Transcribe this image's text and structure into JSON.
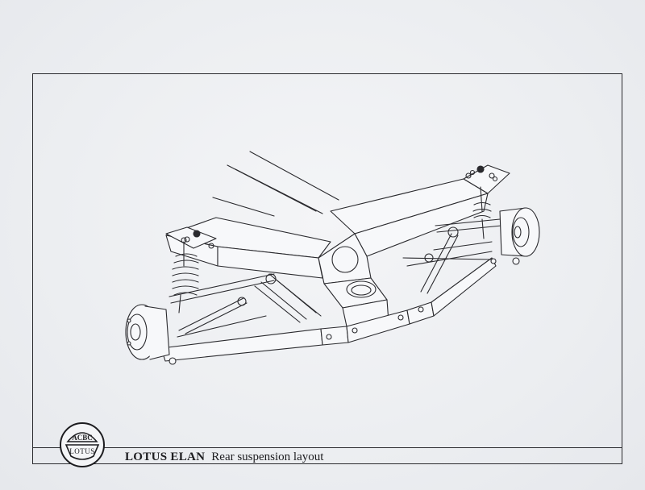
{
  "caption": {
    "model": "LOTUS ELAN",
    "description": "Rear suspension layout"
  },
  "logo": {
    "monogram": "ACBC",
    "wordmark": "LOTUS"
  },
  "colors": {
    "ink": "#2a2a2e",
    "paper": "#eceef1"
  }
}
